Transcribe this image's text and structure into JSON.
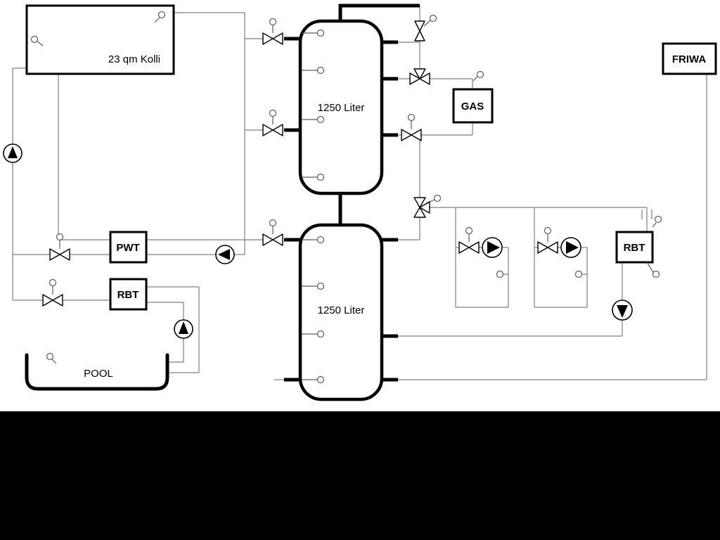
{
  "labels": {
    "collector": "23 qm Kolli",
    "tank_top": "1250 Liter",
    "tank_bottom": "1250 Liter",
    "pwt": "PWT",
    "rbt_pool": "RBT",
    "rbt_dhw": "RBT",
    "gas": "GAS",
    "friwa": "FRIWA",
    "pool": "POOL"
  },
  "colors": {
    "pipe_thin": "#7f7f7f",
    "pipe_thick": "#000000",
    "outline": "#000000",
    "diagram_background": "#ffffff",
    "footer_background": "#000000"
  },
  "icons": {
    "pump": "circle with solid black triangle showing flow direction",
    "valve": "bowtie of two hollow triangles, optional stem with circle actuator",
    "three_way_valve": "bowtie with third hollow triangle branch",
    "sensor": "small hollow circle with short tail line"
  }
}
